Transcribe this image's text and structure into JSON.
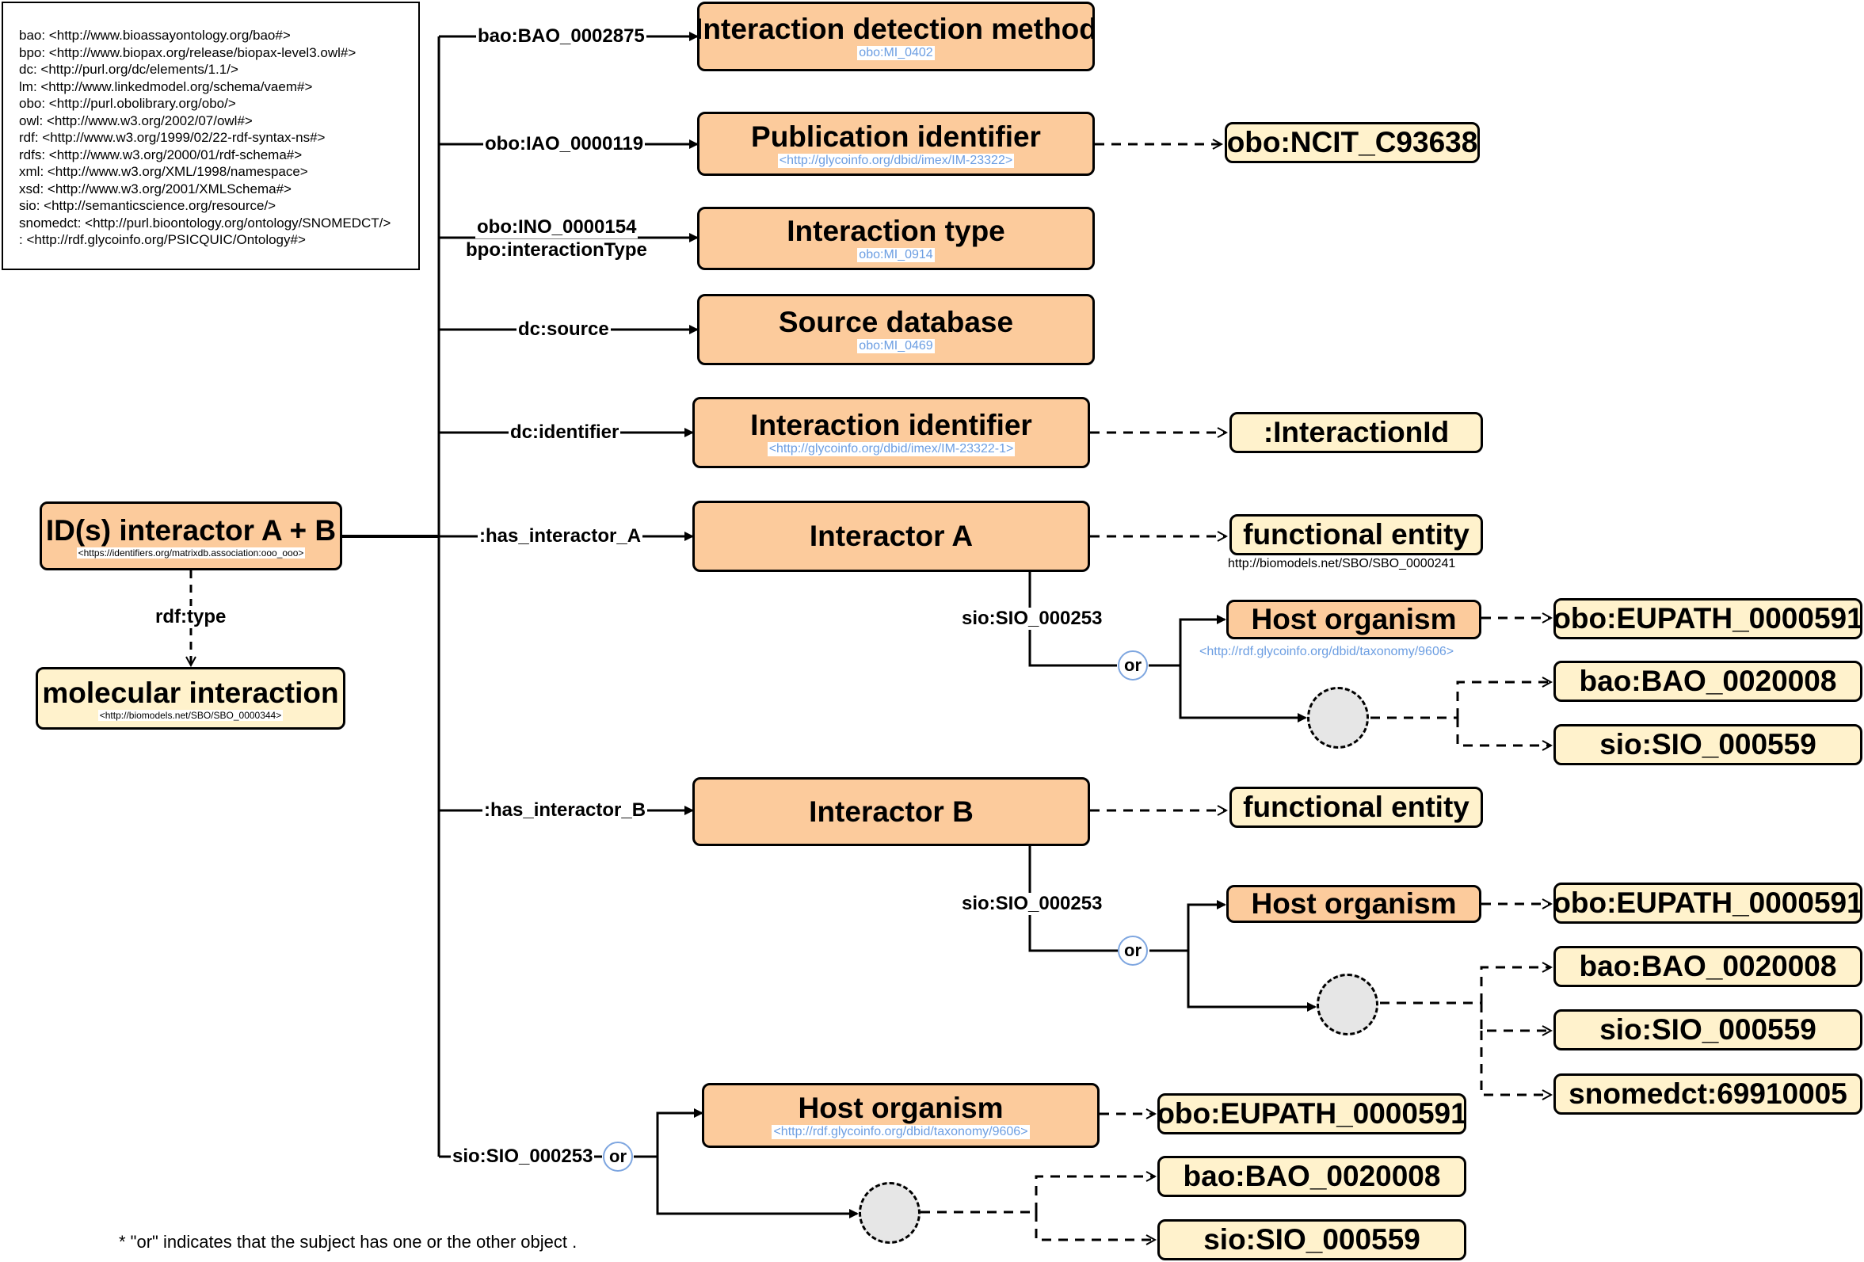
{
  "legend": {
    "lines": [
      "bao: <http://www.bioassayontology.org/bao#>",
      "bpo: <http://www.biopax.org/release/biopax-level3.owl#>",
      "dc: <http://purl.org/dc/elements/1.1/>",
      "lm: <http://www.linkedmodel.org/schema/vaem#>",
      "obo: <http://purl.obolibrary.org/obo/>",
      "owl: <http://www.w3.org/2002/07/owl#>",
      "rdf: <http://www.w3.org/1999/02/22-rdf-syntax-ns#>",
      "rdfs: <http://www.w3.org/2000/01/rdf-schema#>",
      "xml: <http://www.w3.org/XML/1998/namespace>",
      "xsd: <http://www.w3.org/2001/XMLSchema#>",
      "sio: <http://semanticscience.org/resource/>",
      "snomedct: <http://purl.bioontology.org/ontology/SNOMEDCT/>",
      ": <http://rdf.glycoinfo.org/PSICQUIC/Ontology#>"
    ]
  },
  "nodes": {
    "root": {
      "title": "ID(s) interactor A + B",
      "sub": "<https://identifiers.org/matrixdb.association:ooo_ooo>"
    },
    "molecular_interaction": {
      "title": "molecular interaction",
      "sub": "<http://biomodels.net/SBO/SBO_0000344>"
    },
    "detection_method": {
      "title": "Interaction detection method",
      "sub": "obo:MI_0402"
    },
    "publication_id": {
      "title": "Publication identifier",
      "sub": "<http://glycoinfo.org/dbid/imex/IM-23322>"
    },
    "interaction_type": {
      "title": "Interaction type",
      "sub": "obo:MI_0914"
    },
    "source_database": {
      "title": "Source database",
      "sub": "obo:MI_0469"
    },
    "interaction_identifier": {
      "title": "Interaction identifier",
      "sub": "<http://glycoinfo.org/dbid/imex/IM-23322-1>"
    },
    "interactor_a": {
      "title": "Interactor A"
    },
    "interactor_b": {
      "title": "Interactor B"
    },
    "ncit": {
      "title": "obo:NCIT_C93638"
    },
    "interaction_id_class": {
      "title": ":InteractionId"
    },
    "functional_entity_a": {
      "title": "functional entity",
      "sub": "http://biomodels.net/SBO/SBO_0000241"
    },
    "functional_entity_b": {
      "title": "functional entity"
    },
    "host_a": {
      "title": "Host organism",
      "sub": "<http://rdf.glycoinfo.org/dbid/taxonomy/9606>"
    },
    "host_b": {
      "title": "Host organism"
    },
    "host_c": {
      "title": "Host organism",
      "sub": "<http://rdf.glycoinfo.org/dbid/taxonomy/9606>"
    },
    "eupath_a": {
      "title": "obo:EUPATH_0000591"
    },
    "eupath_b": {
      "title": "obo:EUPATH_0000591"
    },
    "eupath_c": {
      "title": "obo:EUPATH_0000591"
    },
    "bao_a": {
      "title": "bao:BAO_0020008"
    },
    "bao_b": {
      "title": "bao:BAO_0020008"
    },
    "bao_c": {
      "title": "bao:BAO_0020008"
    },
    "sio559_a": {
      "title": "sio:SIO_000559"
    },
    "sio559_b": {
      "title": "sio:SIO_000559"
    },
    "sio559_c": {
      "title": "sio:SIO_000559"
    },
    "snomed": {
      "title": "snomedct:69910005"
    }
  },
  "edges": {
    "rdf_type": "rdf:type",
    "bao_2875": "bao:BAO_0002875",
    "iao_119": "obo:IAO_0000119",
    "ino_154": "obo:INO_0000154",
    "interaction_type_prop": "bpo:interactionType",
    "dc_source": "dc:source",
    "dc_identifier": "dc:identifier",
    "has_interactor_a": ":has_interactor_A",
    "has_interactor_b": ":has_interactor_B",
    "sio_253_a": "sio:SIO_000253",
    "sio_253_b": "sio:SIO_000253",
    "sio_253_root": "sio:SIO_000253"
  },
  "or_label": "or",
  "footnote": "* \"or\" indicates that the subject has one or the other object ."
}
